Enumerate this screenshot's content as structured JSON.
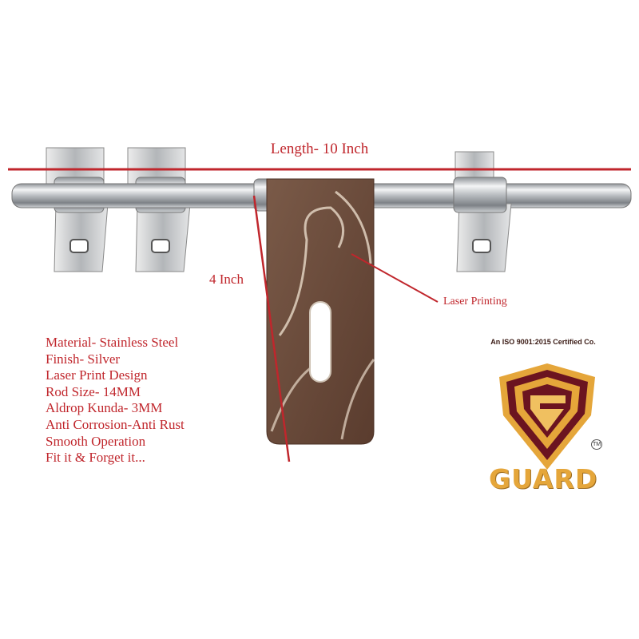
{
  "annotations": {
    "length": "Length- 10 Inch",
    "height": "4 Inch",
    "laser": "Laser Printing"
  },
  "specs": [
    "Material- Stainless Steel",
    "Finish-  Silver",
    "Laser Print Design",
    "Rod Size- 14MM",
    "Aldrop Kunda- 3MM",
    "Anti Corrosion-Anti Rust",
    "Smooth Operation",
    "Fit it & Forget it..."
  ],
  "logo": {
    "certification": "An ISO 9001:2015 Certified Co.",
    "brand": "GUARD",
    "trademark": "TM"
  },
  "colors": {
    "annotation_red": "#c0262c",
    "logo_gold": "#e5a63a",
    "logo_maroon": "#6b1420",
    "plate_brown": "#6a4a3a"
  }
}
